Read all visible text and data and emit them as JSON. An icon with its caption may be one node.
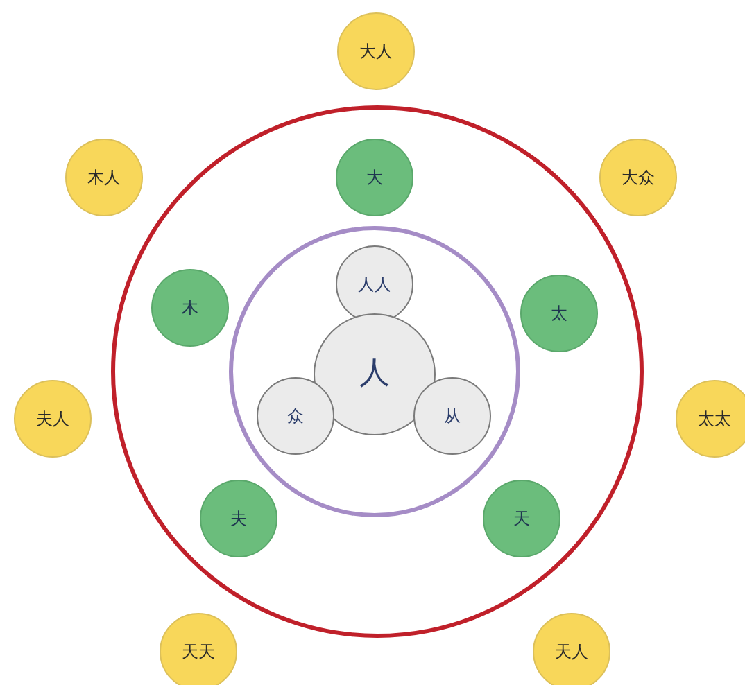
{
  "diagram": {
    "nodes": [
      {
        "text": [
          "大人"
        ]
      },
      {
        "text": [
          "木人"
        ]
      },
      {
        "text": [
          "大众"
        ]
      },
      {
        "text": [],
        "shape": "circle"
      },
      {
        "text": [
          "大"
        ],
        "in": 3
      },
      {
        "text": [
          "木"
        ],
        "in": 3
      },
      {
        "text": [
          "太"
        ],
        "in": 3
      },
      {
        "text": [],
        "shape": "circle",
        "in": 3
      },
      {
        "text": [
          "人人"
        ],
        "in": 7
      },
      {
        "text": [
          "人"
        ],
        "in": 7
      },
      {
        "text": [
          "众"
        ],
        "in": 7
      },
      {
        "text": [
          "从"
        ],
        "in": 7
      },
      {
        "text": [
          "夫人"
        ]
      },
      {
        "text": [
          "太太"
        ]
      },
      {
        "text": [
          "夫"
        ],
        "in": 3
      },
      {
        "text": [
          "天"
        ],
        "in": 3
      },
      {
        "text": [
          "天天"
        ]
      },
      {
        "text": [
          "天人"
        ]
      }
    ]
  }
}
